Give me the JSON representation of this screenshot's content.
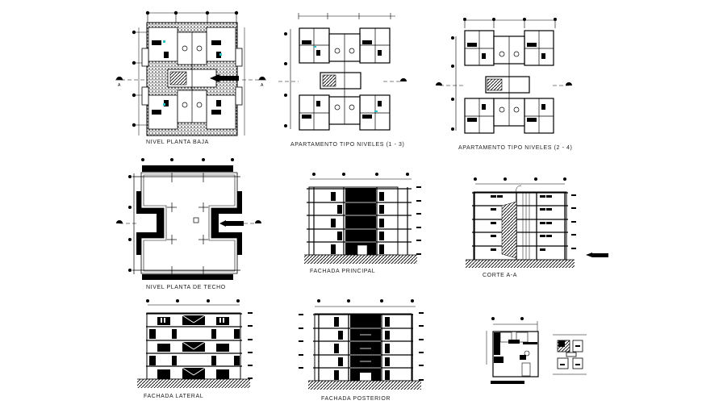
{
  "sheet": {
    "background": "#ffffff",
    "line_color": "#000000",
    "accent_color": "#2bbfc4"
  },
  "views": [
    {
      "id": "plan-ground",
      "title": "NIVEL PLANTA BAJA"
    },
    {
      "id": "plan-typical-1-3",
      "title": "APARTAMENTO TIPO NIVELES (1 - 3)"
    },
    {
      "id": "plan-typical-2-4",
      "title": "APARTAMENTO TIPO NIVELES (2 - 4)"
    },
    {
      "id": "plan-roof",
      "title": "NIVEL PLANTA DE TECHO"
    },
    {
      "id": "elevation-front",
      "title": "FACHADA PRINCIPAL"
    },
    {
      "id": "section-aa",
      "title": "CORTE A-A"
    },
    {
      "id": "elevation-side",
      "title": "FACHADA LATERAL"
    },
    {
      "id": "elevation-rear",
      "title": "FACHADA POSTERIOR"
    },
    {
      "id": "unit-detail",
      "title": ""
    },
    {
      "id": "key-plan",
      "title": ""
    }
  ],
  "section_marker": {
    "letter": "A"
  }
}
